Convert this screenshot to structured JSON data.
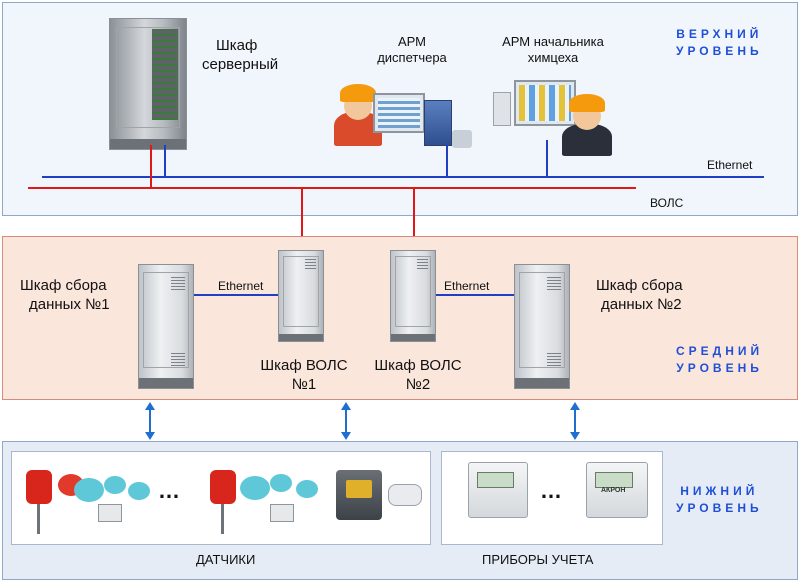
{
  "levels": {
    "upper": [
      "ВЕРХНИЙ",
      "УРОВЕНЬ"
    ],
    "middle": [
      "СРЕДНИЙ",
      "УРОВЕНЬ"
    ],
    "lower": [
      "НИЖНИЙ",
      "УРОВЕНЬ"
    ]
  },
  "upper": {
    "server_cabinet": [
      "Шкаф",
      "серверный"
    ],
    "dispatcher_workstation": [
      "АРМ",
      "диспетчера"
    ],
    "chief_workstation": [
      "АРМ начальника",
      "химцеха"
    ],
    "ethernet_bus": "Ethernet",
    "fiber_bus": "ВОЛС"
  },
  "middle": {
    "collection_cabinet_1": [
      "Шкаф сбора",
      "данных №1"
    ],
    "collection_cabinet_2": [
      "Шкаф сбора",
      "данных №2"
    ],
    "fiber_cabinet_1": [
      "Шкаф ВОЛС",
      "№1"
    ],
    "fiber_cabinet_2": [
      "Шкаф ВОЛС",
      "№2"
    ],
    "ethernet_link_1": "Ethernet",
    "ethernet_link_2": "Ethernet"
  },
  "lower": {
    "sensors": "ДАТЧИКИ",
    "meters": "ПРИБОРЫ УЧЕТА",
    "ellipsis": "…",
    "meter_brand": "АКРОН"
  },
  "colors": {
    "ethernet": "#1f3fc4",
    "fiber": "#e01818",
    "level_text": "#1f4fd8",
    "arrow": "#1f6fd0"
  }
}
